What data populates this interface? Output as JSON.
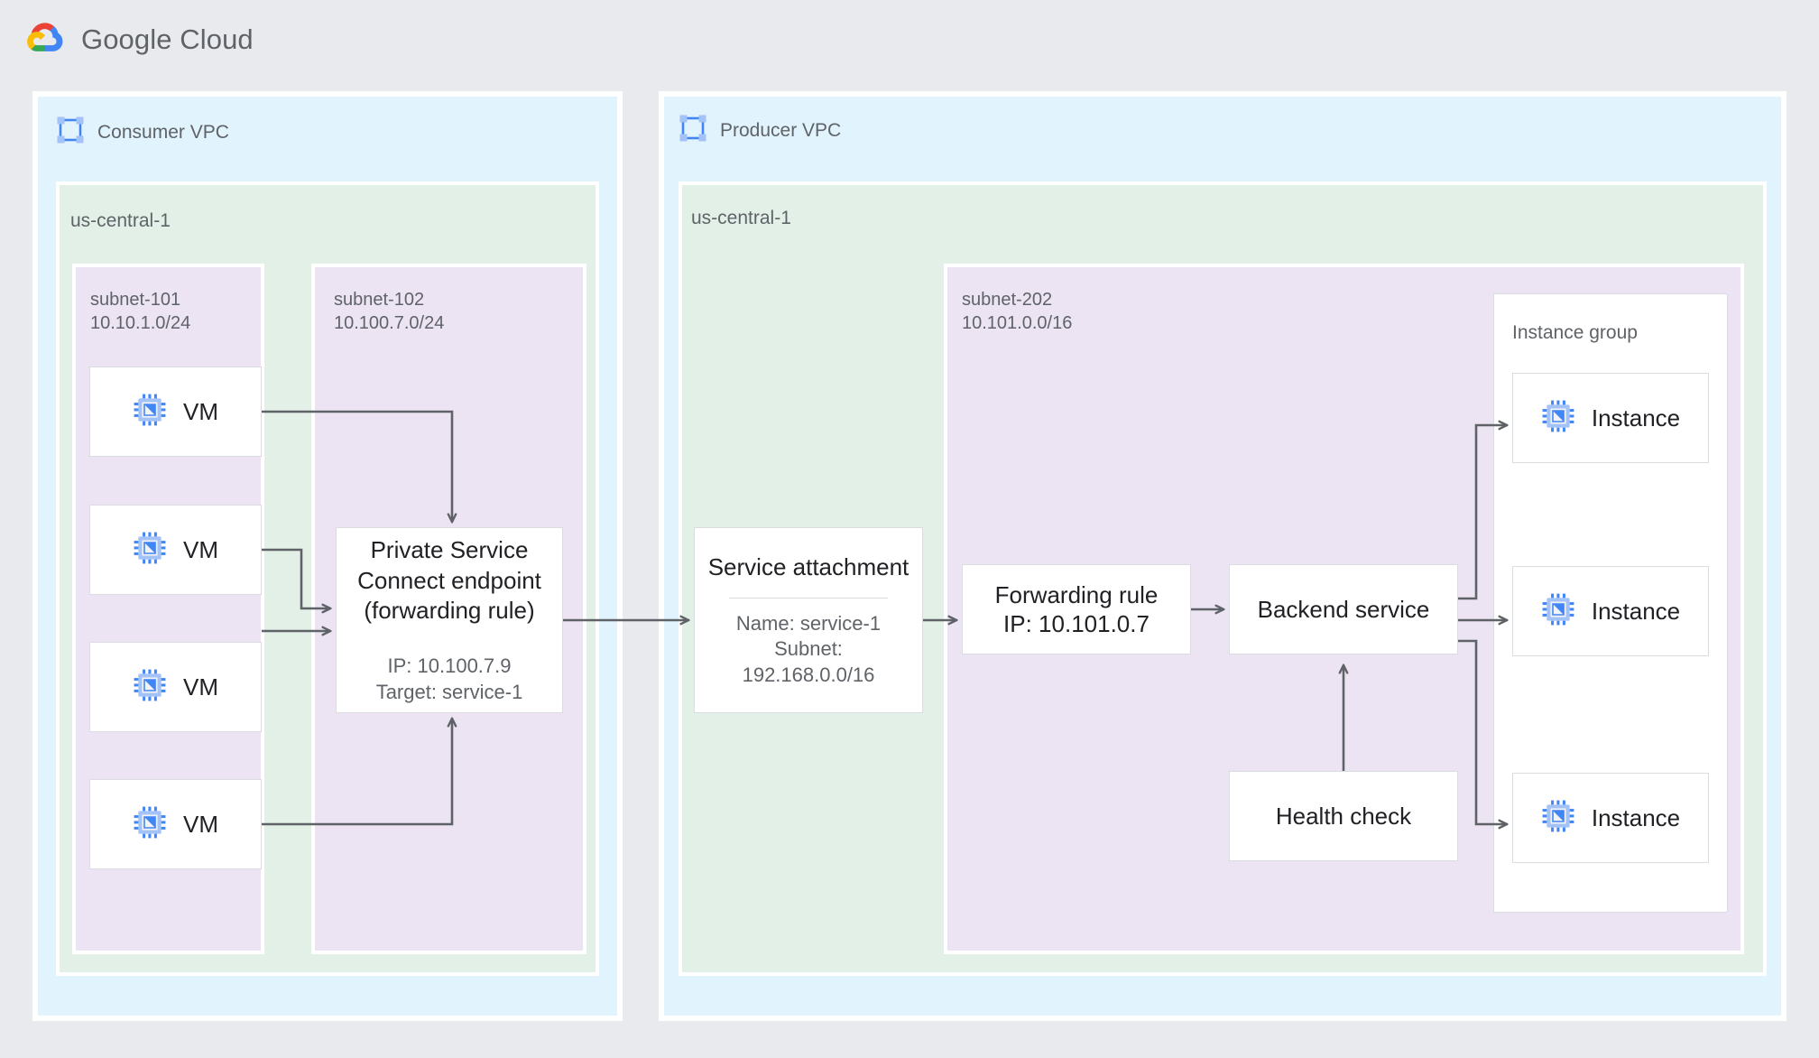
{
  "brand": {
    "name": "Google Cloud",
    "logo_icon": "google-cloud-logo-icon"
  },
  "consumer_vpc": {
    "title": "Consumer VPC",
    "icon": "vpc-network-icon",
    "region": "us-central-1",
    "subnets": [
      {
        "name": "subnet-101",
        "cidr": "10.10.1.0/24",
        "label": "subnet-101\n10.10.1.0/24"
      },
      {
        "name": "subnet-102",
        "cidr": "10.100.7.0/24",
        "label": "subnet-102\n10.100.7.0/24"
      }
    ],
    "vms": [
      {
        "label": "VM",
        "icon": "vm-chip-icon"
      },
      {
        "label": "VM",
        "icon": "vm-chip-icon"
      },
      {
        "label": "VM",
        "icon": "vm-chip-icon"
      },
      {
        "label": "VM",
        "icon": "vm-chip-icon"
      }
    ],
    "endpoint": {
      "title": "Private Service\nConnect endpoint\n(forwarding rule)",
      "details": "IP: 10.100.7.9\nTarget: service-1",
      "ip": "10.100.7.9",
      "target": "service-1"
    }
  },
  "producer_vpc": {
    "title": "Producer VPC",
    "icon": "vpc-network-icon",
    "region": "us-central-1",
    "subnet": {
      "name": "subnet-202",
      "cidr": "10.101.0.0/16",
      "label": "subnet-202\n10.101.0.0/16"
    },
    "service_attachment": {
      "title": "Service attachment",
      "details": "Name: service-1\nSubnet:\n192.168.0.0/16",
      "attachment_name": "service-1",
      "attachment_subnet": "192.168.0.0/16"
    },
    "forwarding_rule": {
      "label": "Forwarding rule\nIP: 10.101.0.7",
      "ip": "10.101.0.7"
    },
    "backend_service": {
      "label": "Backend service"
    },
    "health_check": {
      "label": "Health check"
    },
    "instance_group": {
      "label": "Instance group",
      "instances": [
        {
          "label": "Instance",
          "icon": "vm-chip-icon"
        },
        {
          "label": "Instance",
          "icon": "vm-chip-icon"
        },
        {
          "label": "Instance",
          "icon": "vm-chip-icon"
        }
      ]
    }
  },
  "colors": {
    "page_bg": "#e8eaed",
    "vpc_bg": "#e1f3fd",
    "region_bg": "#e2f0e7",
    "subnet_bg": "#ece4f3",
    "card_bg": "#ffffff",
    "border": "#dadce0",
    "text_primary": "#202124",
    "text_secondary": "#5f6368",
    "accent_blue": "#4285f4",
    "arrow": "#5f6368"
  }
}
